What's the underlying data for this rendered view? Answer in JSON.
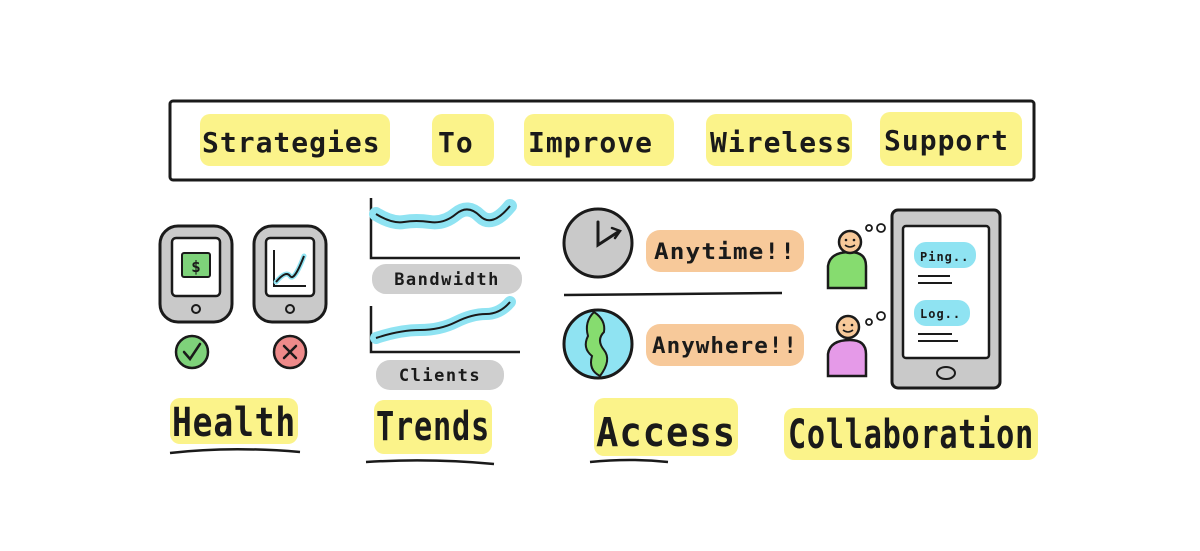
{
  "title": {
    "words": [
      "Strategies",
      "To",
      "Improve",
      "Wireless",
      "Support"
    ]
  },
  "health": {
    "label": "Health",
    "phone_good_symbol": "$",
    "good_badge_icon": "check-icon",
    "bad_badge_icon": "cross-icon"
  },
  "trends": {
    "label": "Trends",
    "chart_top_label": "Bandwidth",
    "chart_bottom_label": "Clients"
  },
  "access": {
    "label": "Access",
    "time_text": "Anytime!!",
    "place_text": "Anywhere!!",
    "time_icon": "clock-icon",
    "place_icon": "globe-icon"
  },
  "collaboration": {
    "label": "Collaboration",
    "msg_top": "Ping..",
    "msg_bottom": "Log..",
    "people_icons": [
      "person-green-icon",
      "person-pink-icon"
    ]
  },
  "colors": {
    "highlight_yellow": "#fbf38a",
    "highlight_orange": "#f7c99a",
    "highlight_gray": "#cfcfcf",
    "accent_cyan": "#8fe3f2",
    "good_green": "#7ed27a",
    "bad_red": "#ee8a8a",
    "person_green": "#86dc6f",
    "person_pink": "#e59ae8",
    "phone_gray": "#c9c9c9"
  }
}
